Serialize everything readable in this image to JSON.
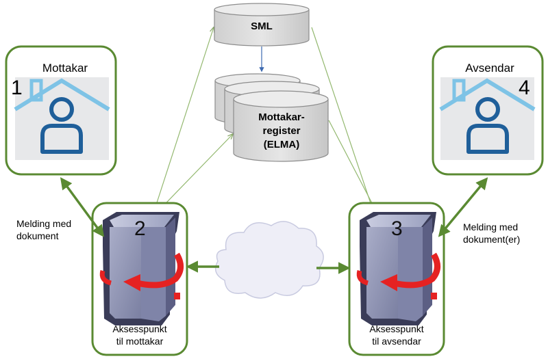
{
  "sml": {
    "label": "SML"
  },
  "registry": {
    "line1": "Mottakar-",
    "line2": "register",
    "line3": "(ELMA)"
  },
  "receiver": {
    "title": "Mottakar",
    "number": "1"
  },
  "sender": {
    "title": "Avsendar",
    "number": "4"
  },
  "ap_receiver": {
    "number": "2",
    "line1": "Aksesspunkt",
    "line2": "til mottakar"
  },
  "ap_sender": {
    "number": "3",
    "line1": "Aksesspunkt",
    "line2": "til avsendar"
  },
  "left_message": {
    "line1": "Melding med",
    "line2": "dokument"
  },
  "right_message": {
    "line1": "Melding med",
    "line2": "dokument(er)"
  },
  "colors": {
    "box_border": "#5a8a32",
    "arrow_green": "#5a8a32",
    "thin_line": "#93b86f",
    "house_blue": "#7ec3e6",
    "person_blue": "#1f5f9a",
    "panel_grey": "#e7e8ea",
    "server_front": "#8e93b3",
    "server_side": "#5c5f84",
    "server_frame": "#3a3c58",
    "arrow_red": "#e52222",
    "db_fill": "#d9d9d9",
    "db_stroke": "#8c8c8c",
    "cloud_fill": "#eeeef7",
    "connector_blue": "#3d6ab0"
  },
  "icons": [
    "house-person-icon",
    "server-icon",
    "database-icon",
    "cloud-icon",
    "rotation-arrow-icon"
  ]
}
